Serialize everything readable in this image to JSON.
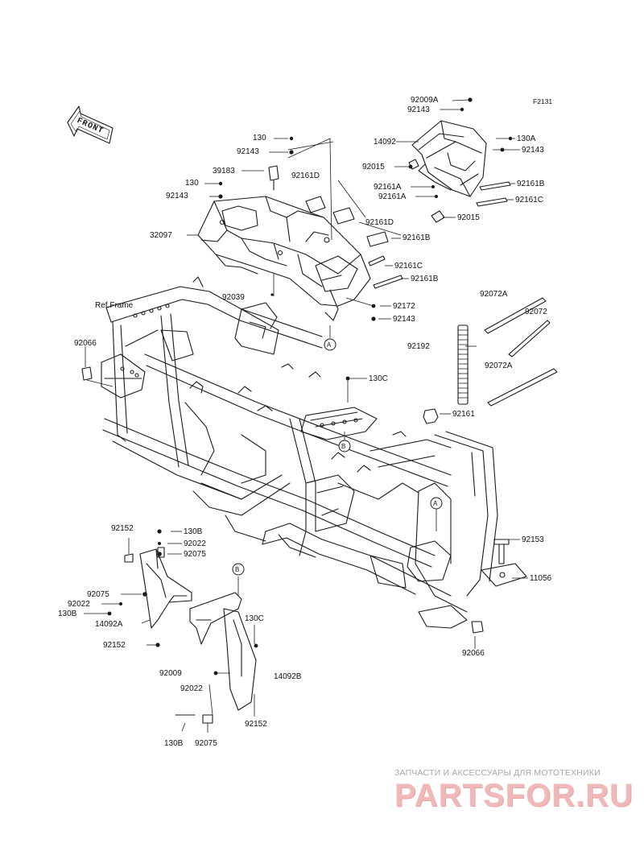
{
  "diagram": {
    "figure_code": "F2131",
    "orientation_arrow": "FRONT",
    "reference_label": "Ref.Frame",
    "callouts": {
      "a": "A",
      "b": "B"
    },
    "labels": {
      "l_92009A": "92009A",
      "l_92143_top": "92143",
      "l_14092": "14092",
      "l_130A": "130A",
      "l_92143_r1": "92143",
      "l_92015_a": "92015",
      "l_92161A_a": "92161A",
      "l_92161A_b": "92161A",
      "l_92161B_a": "92161B",
      "l_92161C_a": "92161C",
      "l_92015_b": "92015",
      "l_130_a": "130",
      "l_92143_a": "92143",
      "l_39183": "39183",
      "l_130_b": "130",
      "l_92143_b": "92143",
      "l_92161D_a": "92161D",
      "l_92161D_b": "92161D",
      "l_32097": "32097",
      "l_92161B_b": "92161B",
      "l_92161C_b": "92161C",
      "l_92161B_c": "92161B",
      "l_92039": "92039",
      "l_92172": "92172",
      "l_92143_c": "92143",
      "l_92072A_a": "92072A",
      "l_92072": "92072",
      "l_92066_a": "92066",
      "l_92192": "92192",
      "l_92072A_b": "92072A",
      "l_130C_a": "130C",
      "l_92161": "92161",
      "l_92152_a": "92152",
      "l_130B_a": "130B",
      "l_92022_a": "92022",
      "l_92075_a": "92075",
      "l_92153": "92153",
      "l_11056": "11056",
      "l_92075_b": "92075",
      "l_92022_b": "92022",
      "l_130B_b": "130B",
      "l_14092A": "14092A",
      "l_130C_b": "130C",
      "l_92152_b": "92152",
      "l_92066_b": "92066",
      "l_92009": "92009",
      "l_14092B": "14092B",
      "l_92022_c": "92022",
      "l_92152_c": "92152",
      "l_130B_c": "130B",
      "l_92075_c": "92075"
    }
  },
  "watermark": {
    "caption": "ЗАПЧАСТИ И АКСЕССУАРЫ ДЛЯ МОТОТЕХНИКИ",
    "brand": "PARTSFOR.RU"
  },
  "colors": {
    "line": "#1a1a1a",
    "watermark_caption": "#a7a7a7",
    "watermark_brand": "#f0b9b9"
  }
}
